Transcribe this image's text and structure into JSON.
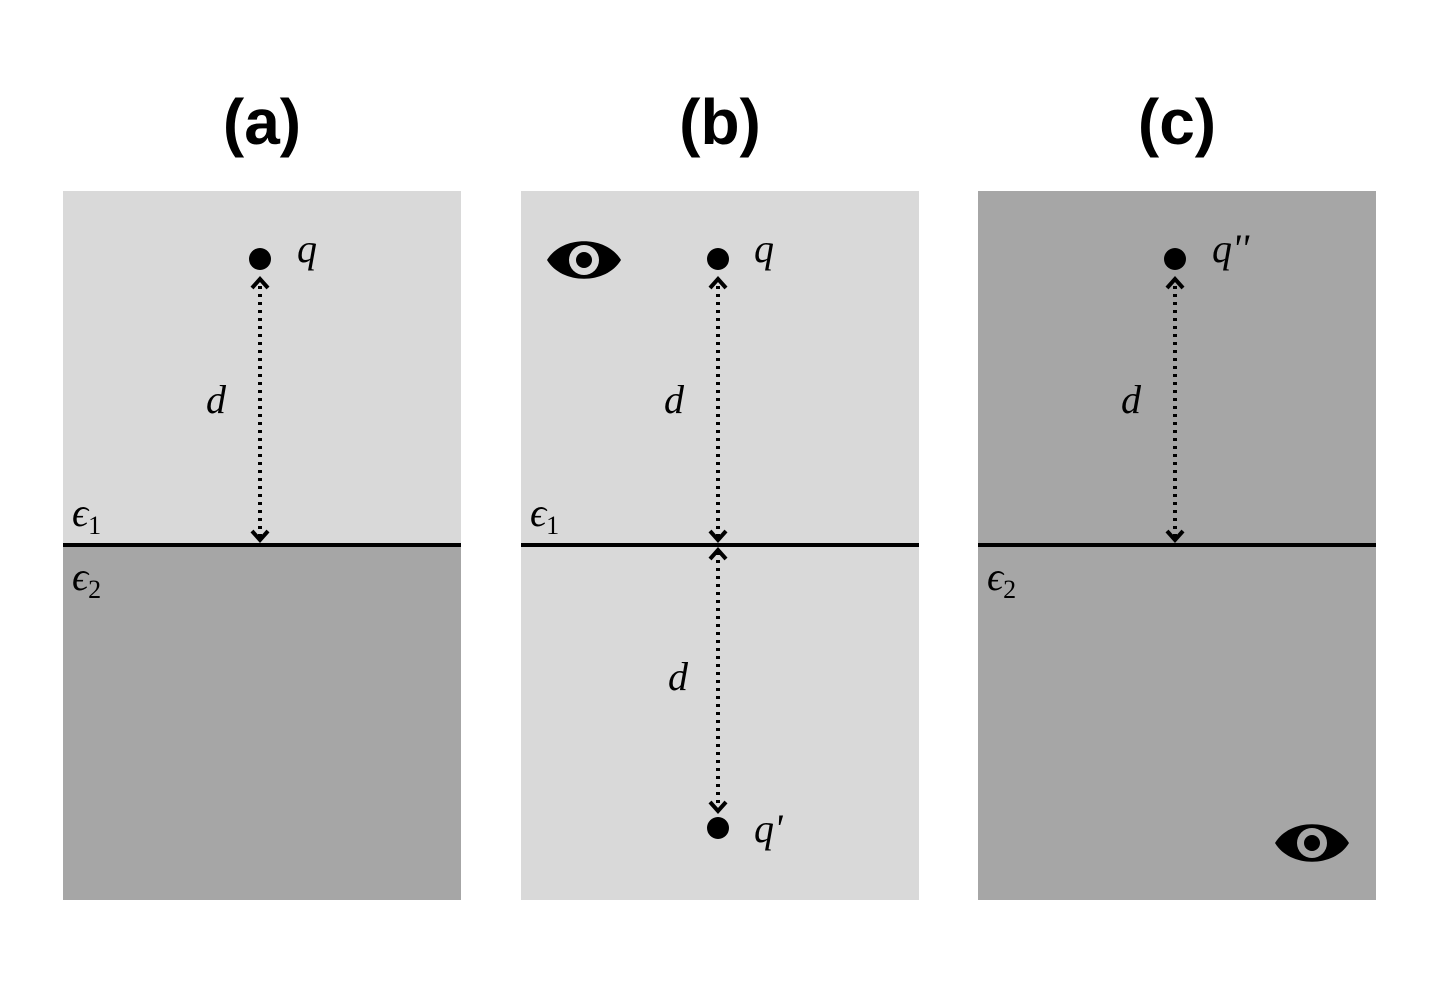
{
  "colors": {
    "light_region": "#d9d9d9",
    "dark_region": "#a6a6a6",
    "ink": "#000000"
  },
  "panels": [
    {
      "title": "(a)",
      "upper_medium": "ϵ",
      "upper_medium_sub": "1",
      "lower_medium": "ϵ",
      "lower_medium_sub": "2",
      "charge_label": "q",
      "distance_label": "d",
      "upper_fill": "light",
      "lower_fill": "dark"
    },
    {
      "title": "(b)",
      "upper_medium": "ϵ",
      "upper_medium_sub": "1",
      "charge_label": "q",
      "image_charge_label": "q'",
      "distance_label": "d",
      "image_distance_label": "d",
      "observer_icon": "eye-icon",
      "upper_fill": "light",
      "lower_fill": "light"
    },
    {
      "title": "(c)",
      "lower_medium": "ϵ",
      "lower_medium_sub": "2",
      "charge_label": "q''",
      "distance_label": "d",
      "observer_icon": "eye-icon",
      "upper_fill": "dark",
      "lower_fill": "dark"
    }
  ]
}
